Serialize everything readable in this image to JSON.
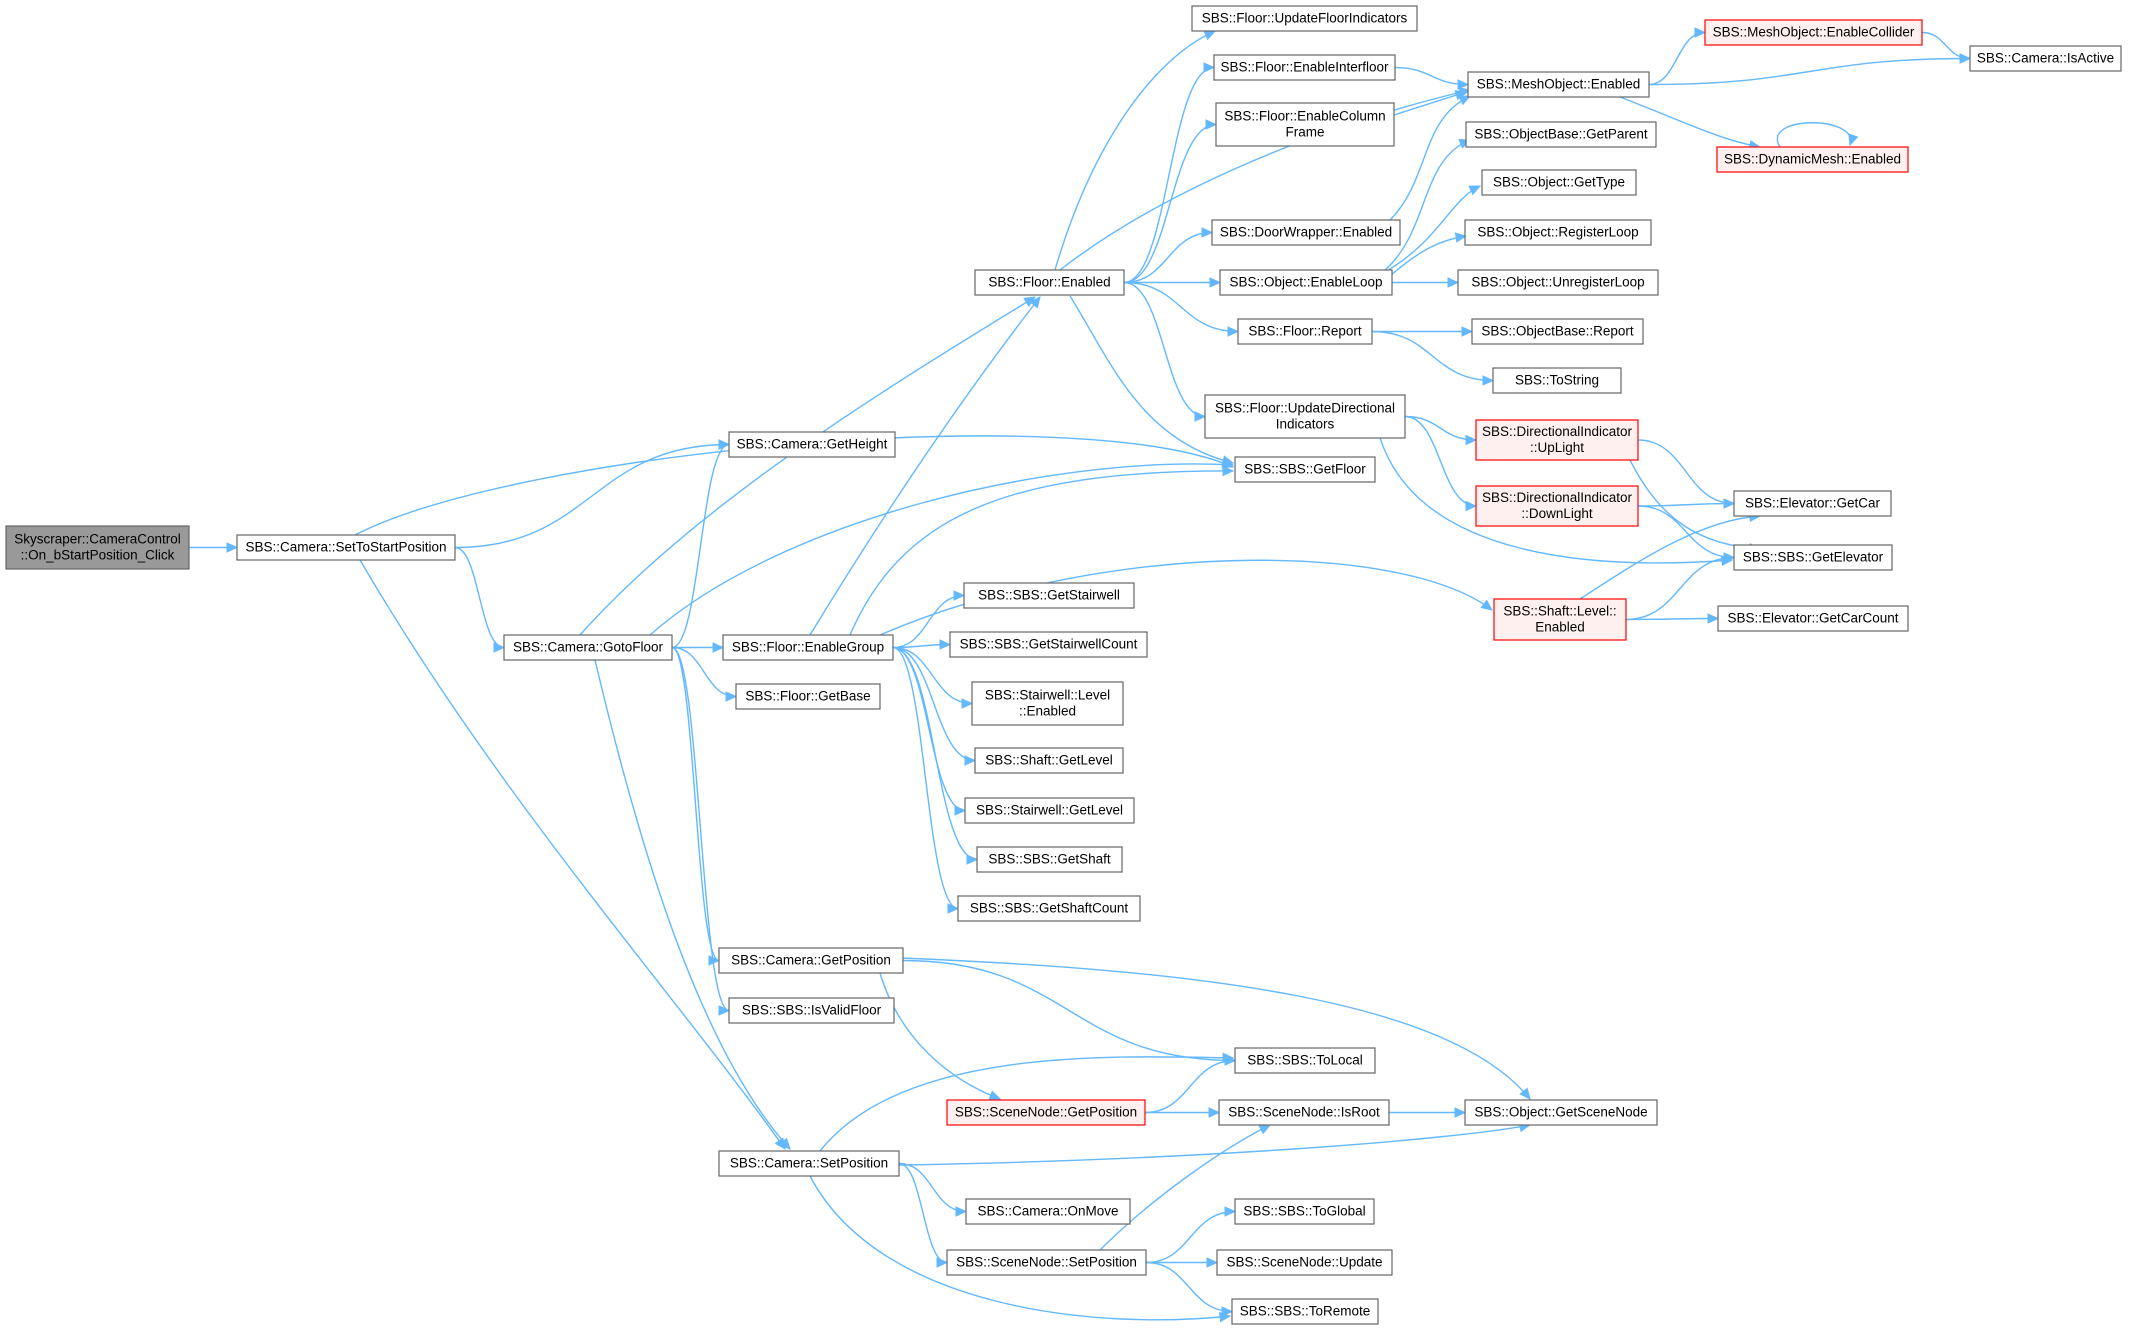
{
  "colors": {
    "edge": "#63b8ff",
    "node_border": "#666666",
    "root_fill": "#999999",
    "red_border": "#ff0000",
    "red_fill": "#fff0f0"
  },
  "nodes": [
    {
      "id": "root",
      "lines": [
        "Skyscraper::CameraControl",
        "::On_bStartPosition_Click"
      ],
      "style": "root"
    },
    {
      "id": "setToStart",
      "lines": [
        "SBS::Camera::SetToStartPosition"
      ]
    },
    {
      "id": "getHeight",
      "lines": [
        "SBS::Camera::GetHeight"
      ]
    },
    {
      "id": "gotoFloor",
      "lines": [
        "SBS::Camera::GotoFloor"
      ]
    },
    {
      "id": "floorEnabled",
      "lines": [
        "SBS::Floor::Enabled"
      ]
    },
    {
      "id": "enableGroup",
      "lines": [
        "SBS::Floor::EnableGroup"
      ]
    },
    {
      "id": "getBase",
      "lines": [
        "SBS::Floor::GetBase"
      ]
    },
    {
      "id": "getPosition",
      "lines": [
        "SBS::Camera::GetPosition"
      ]
    },
    {
      "id": "isValidFloor",
      "lines": [
        "SBS::SBS::IsValidFloor"
      ]
    },
    {
      "id": "setPosition",
      "lines": [
        "SBS::Camera::SetPosition"
      ]
    },
    {
      "id": "updateFloorInd",
      "lines": [
        "SBS::Floor::UpdateFloorIndicators"
      ]
    },
    {
      "id": "enableInterfloor",
      "lines": [
        "SBS::Floor::EnableInterfloor"
      ]
    },
    {
      "id": "enableColumn",
      "lines": [
        "SBS::Floor::EnableColumn",
        "Frame"
      ]
    },
    {
      "id": "doorWrapper",
      "lines": [
        "SBS::DoorWrapper::Enabled"
      ]
    },
    {
      "id": "enableLoop",
      "lines": [
        "SBS::Object::EnableLoop"
      ]
    },
    {
      "id": "floorReport",
      "lines": [
        "SBS::Floor::Report"
      ]
    },
    {
      "id": "updateDirInd",
      "lines": [
        "SBS::Floor::UpdateDirectional",
        "Indicators"
      ]
    },
    {
      "id": "getFloor",
      "lines": [
        "SBS::SBS::GetFloor"
      ]
    },
    {
      "id": "getStairwell",
      "lines": [
        "SBS::SBS::GetStairwell"
      ]
    },
    {
      "id": "getStairwellCount",
      "lines": [
        "SBS::SBS::GetStairwellCount"
      ]
    },
    {
      "id": "stairLevelEnabled",
      "lines": [
        "SBS::Stairwell::Level",
        "::Enabled"
      ]
    },
    {
      "id": "shaftGetLevel",
      "lines": [
        "SBS::Shaft::GetLevel"
      ]
    },
    {
      "id": "stairGetLevel",
      "lines": [
        "SBS::Stairwell::GetLevel"
      ]
    },
    {
      "id": "getShaft",
      "lines": [
        "SBS::SBS::GetShaft"
      ]
    },
    {
      "id": "getShaftCount",
      "lines": [
        "SBS::SBS::GetShaftCount"
      ]
    },
    {
      "id": "toLocal",
      "lines": [
        "SBS::SBS::ToLocal"
      ]
    },
    {
      "id": "sceneGetPos",
      "lines": [
        "SBS::SceneNode::GetPosition"
      ],
      "style": "red"
    },
    {
      "id": "isRoot",
      "lines": [
        "SBS::SceneNode::IsRoot"
      ]
    },
    {
      "id": "onMove",
      "lines": [
        "SBS::Camera::OnMove"
      ]
    },
    {
      "id": "sceneSetPos",
      "lines": [
        "SBS::SceneNode::SetPosition"
      ]
    },
    {
      "id": "toGlobal",
      "lines": [
        "SBS::SBS::ToGlobal"
      ]
    },
    {
      "id": "sceneUpdate",
      "lines": [
        "SBS::SceneNode::Update"
      ]
    },
    {
      "id": "toRemote",
      "lines": [
        "SBS::SBS::ToRemote"
      ]
    },
    {
      "id": "meshEnabled",
      "lines": [
        "SBS::MeshObject::Enabled"
      ]
    },
    {
      "id": "getParent",
      "lines": [
        "SBS::ObjectBase::GetParent"
      ]
    },
    {
      "id": "getType",
      "lines": [
        "SBS::Object::GetType"
      ]
    },
    {
      "id": "registerLoop",
      "lines": [
        "SBS::Object::RegisterLoop"
      ]
    },
    {
      "id": "unregisterLoop",
      "lines": [
        "SBS::Object::UnregisterLoop"
      ]
    },
    {
      "id": "objBaseReport",
      "lines": [
        "SBS::ObjectBase::Report"
      ]
    },
    {
      "id": "toString",
      "lines": [
        "SBS::ToString"
      ]
    },
    {
      "id": "upLight",
      "lines": [
        "SBS::DirectionalIndicator",
        "::UpLight"
      ],
      "style": "red"
    },
    {
      "id": "downLight",
      "lines": [
        "SBS::DirectionalIndicator",
        "::DownLight"
      ],
      "style": "red"
    },
    {
      "id": "shaftLevelEnabled",
      "lines": [
        "SBS::Shaft::Level::",
        "Enabled"
      ],
      "style": "red"
    },
    {
      "id": "getSceneNode",
      "lines": [
        "SBS::Object::GetSceneNode"
      ]
    },
    {
      "id": "enableCollider",
      "lines": [
        "SBS::MeshObject::EnableCollider"
      ],
      "style": "red"
    },
    {
      "id": "dynMeshEnabled",
      "lines": [
        "SBS::DynamicMesh::Enabled"
      ],
      "style": "red"
    },
    {
      "id": "isActive",
      "lines": [
        "SBS::Camera::IsActive"
      ]
    },
    {
      "id": "getCar",
      "lines": [
        "SBS::Elevator::GetCar"
      ]
    },
    {
      "id": "getElevator",
      "lines": [
        "SBS::SBS::GetElevator"
      ]
    },
    {
      "id": "getCarCount",
      "lines": [
        "SBS::Elevator::GetCarCount"
      ]
    }
  ],
  "edges": [
    [
      "root",
      "setToStart"
    ],
    [
      "setToStart",
      "getHeight"
    ],
    [
      "setToStart",
      "gotoFloor"
    ],
    [
      "setToStart",
      "getFloor"
    ],
    [
      "setToStart",
      "setPosition"
    ],
    [
      "gotoFloor",
      "getHeight"
    ],
    [
      "gotoFloor",
      "floorEnabled"
    ],
    [
      "gotoFloor",
      "enableGroup"
    ],
    [
      "gotoFloor",
      "getBase"
    ],
    [
      "gotoFloor",
      "getFloor"
    ],
    [
      "gotoFloor",
      "getPosition"
    ],
    [
      "gotoFloor",
      "isValidFloor"
    ],
    [
      "gotoFloor",
      "setPosition"
    ],
    [
      "floorEnabled",
      "updateFloorInd"
    ],
    [
      "floorEnabled",
      "enableInterfloor"
    ],
    [
      "floorEnabled",
      "enableColumn"
    ],
    [
      "floorEnabled",
      "doorWrapper"
    ],
    [
      "floorEnabled",
      "enableLoop"
    ],
    [
      "floorEnabled",
      "floorReport"
    ],
    [
      "floorEnabled",
      "updateDirInd"
    ],
    [
      "floorEnabled",
      "getFloor"
    ],
    [
      "floorEnabled",
      "meshEnabled"
    ],
    [
      "enableGroup",
      "floorEnabled"
    ],
    [
      "enableGroup",
      "getFloor"
    ],
    [
      "enableGroup",
      "getStairwell"
    ],
    [
      "enableGroup",
      "getStairwellCount"
    ],
    [
      "enableGroup",
      "stairLevelEnabled"
    ],
    [
      "enableGroup",
      "shaftGetLevel"
    ],
    [
      "enableGroup",
      "stairGetLevel"
    ],
    [
      "enableGroup",
      "getShaft"
    ],
    [
      "enableGroup",
      "getShaftCount"
    ],
    [
      "enableGroup",
      "shaftLevelEnabled"
    ],
    [
      "enableInterfloor",
      "meshEnabled"
    ],
    [
      "enableColumn",
      "meshEnabled"
    ],
    [
      "doorWrapper",
      "meshEnabled"
    ],
    [
      "enableLoop",
      "getParent"
    ],
    [
      "enableLoop",
      "getType"
    ],
    [
      "enableLoop",
      "registerLoop"
    ],
    [
      "enableLoop",
      "unregisterLoop"
    ],
    [
      "floorReport",
      "objBaseReport"
    ],
    [
      "floorReport",
      "toString"
    ],
    [
      "updateDirInd",
      "upLight"
    ],
    [
      "updateDirInd",
      "downLight"
    ],
    [
      "updateDirInd",
      "getElevator"
    ],
    [
      "upLight",
      "getCar"
    ],
    [
      "upLight",
      "getElevator"
    ],
    [
      "downLight",
      "getCar"
    ],
    [
      "downLight",
      "getElevator"
    ],
    [
      "shaftLevelEnabled",
      "getCar"
    ],
    [
      "shaftLevelEnabled",
      "getElevator"
    ],
    [
      "shaftLevelEnabled",
      "getCarCount"
    ],
    [
      "meshEnabled",
      "enableCollider"
    ],
    [
      "meshEnabled",
      "isActive"
    ],
    [
      "meshEnabled",
      "dynMeshEnabled"
    ],
    [
      "enableCollider",
      "isActive"
    ],
    [
      "dynMeshEnabled",
      "dynMeshEnabled"
    ],
    [
      "getPosition",
      "toLocal"
    ],
    [
      "getPosition",
      "sceneGetPos"
    ],
    [
      "getPosition",
      "getSceneNode"
    ],
    [
      "sceneGetPos",
      "toLocal"
    ],
    [
      "sceneGetPos",
      "isRoot"
    ],
    [
      "isRoot",
      "getSceneNode"
    ],
    [
      "setPosition",
      "toLocal"
    ],
    [
      "setPosition",
      "getSceneNode"
    ],
    [
      "setPosition",
      "onMove"
    ],
    [
      "setPosition",
      "sceneSetPos"
    ],
    [
      "setPosition",
      "toRemote"
    ],
    [
      "sceneSetPos",
      "isRoot"
    ],
    [
      "sceneSetPos",
      "toGlobal"
    ],
    [
      "sceneSetPos",
      "sceneUpdate"
    ],
    [
      "sceneSetPos",
      "toRemote"
    ]
  ]
}
